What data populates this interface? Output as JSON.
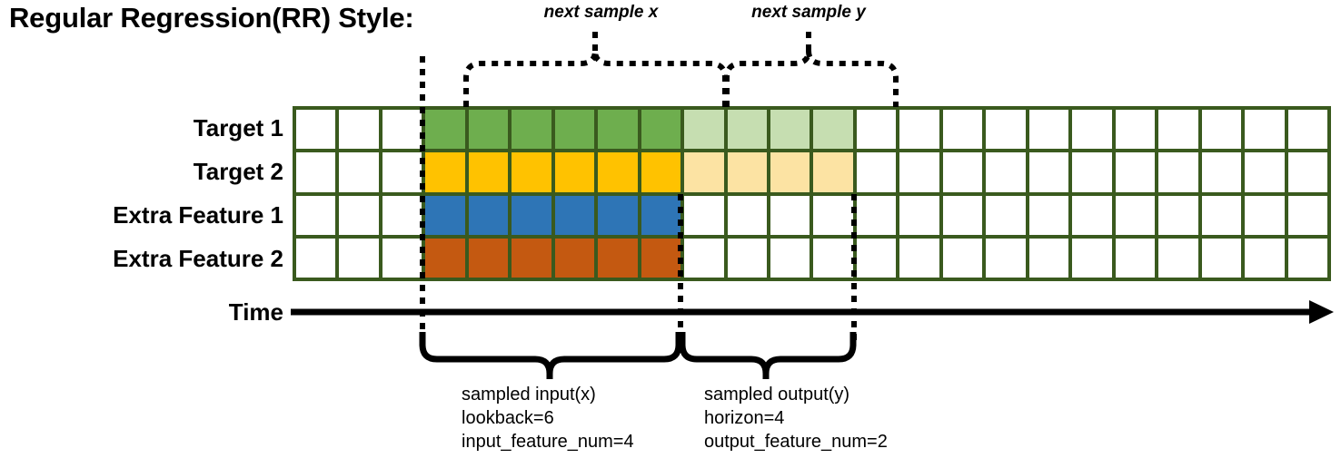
{
  "title": "Regular Regression(RR) Style:",
  "annotations": {
    "next_sample_x": "next sample x",
    "next_sample_y": "next sample y",
    "time_axis_label": "Time"
  },
  "rows": [
    {
      "label": "Target 1",
      "fill_dark": "#6EAE4E",
      "fill_light": "#C6DEB1"
    },
    {
      "label": "Target 2",
      "fill_dark": "#FFC200",
      "fill_light": "#FCE3A3"
    },
    {
      "label": "Extra Feature 1",
      "fill_dark": "#2E75B6",
      "fill_light": null
    },
    {
      "label": "Extra Feature 2",
      "fill_dark": "#C45911",
      "fill_light": null
    }
  ],
  "grid": {
    "columns": 24,
    "rows": 4,
    "border_color": "#3A5A1E",
    "empty_color": "#FFFFFF",
    "input_start_col": 3,
    "input_len": 6,
    "output_start_col": 9,
    "output_len": 4,
    "cells": [
      [
        "empty",
        "empty",
        "empty",
        "dark",
        "dark",
        "dark",
        "dark",
        "dark",
        "dark",
        "light",
        "light",
        "light",
        "light",
        "empty",
        "empty",
        "empty",
        "empty",
        "empty",
        "empty",
        "empty",
        "empty",
        "empty",
        "empty",
        "empty"
      ],
      [
        "empty",
        "empty",
        "empty",
        "dark",
        "dark",
        "dark",
        "dark",
        "dark",
        "dark",
        "light",
        "light",
        "light",
        "light",
        "empty",
        "empty",
        "empty",
        "empty",
        "empty",
        "empty",
        "empty",
        "empty",
        "empty",
        "empty",
        "empty"
      ],
      [
        "empty",
        "empty",
        "empty",
        "dark",
        "dark",
        "dark",
        "dark",
        "dark",
        "dark",
        "empty",
        "empty",
        "empty",
        "empty",
        "empty",
        "empty",
        "empty",
        "empty",
        "empty",
        "empty",
        "empty",
        "empty",
        "empty",
        "empty",
        "empty"
      ],
      [
        "empty",
        "empty",
        "empty",
        "dark",
        "dark",
        "dark",
        "dark",
        "dark",
        "dark",
        "empty",
        "empty",
        "empty",
        "empty",
        "empty",
        "empty",
        "empty",
        "empty",
        "empty",
        "empty",
        "empty",
        "empty",
        "empty",
        "empty",
        "empty"
      ]
    ]
  },
  "captions": {
    "input": "sampled input(x)\nlookback=6\ninput_feature_num=4",
    "output": "sampled output(y)\nhorizon=4\noutput_feature_num=2"
  },
  "colors": {
    "grid_border": "#3A5A1E",
    "target1": "#6EAE4E",
    "target1_light": "#C6DEB1",
    "target2": "#FFC200",
    "target2_light": "#FCE3A3",
    "extra1": "#2E75B6",
    "extra2": "#C45911",
    "line": "#000000"
  }
}
